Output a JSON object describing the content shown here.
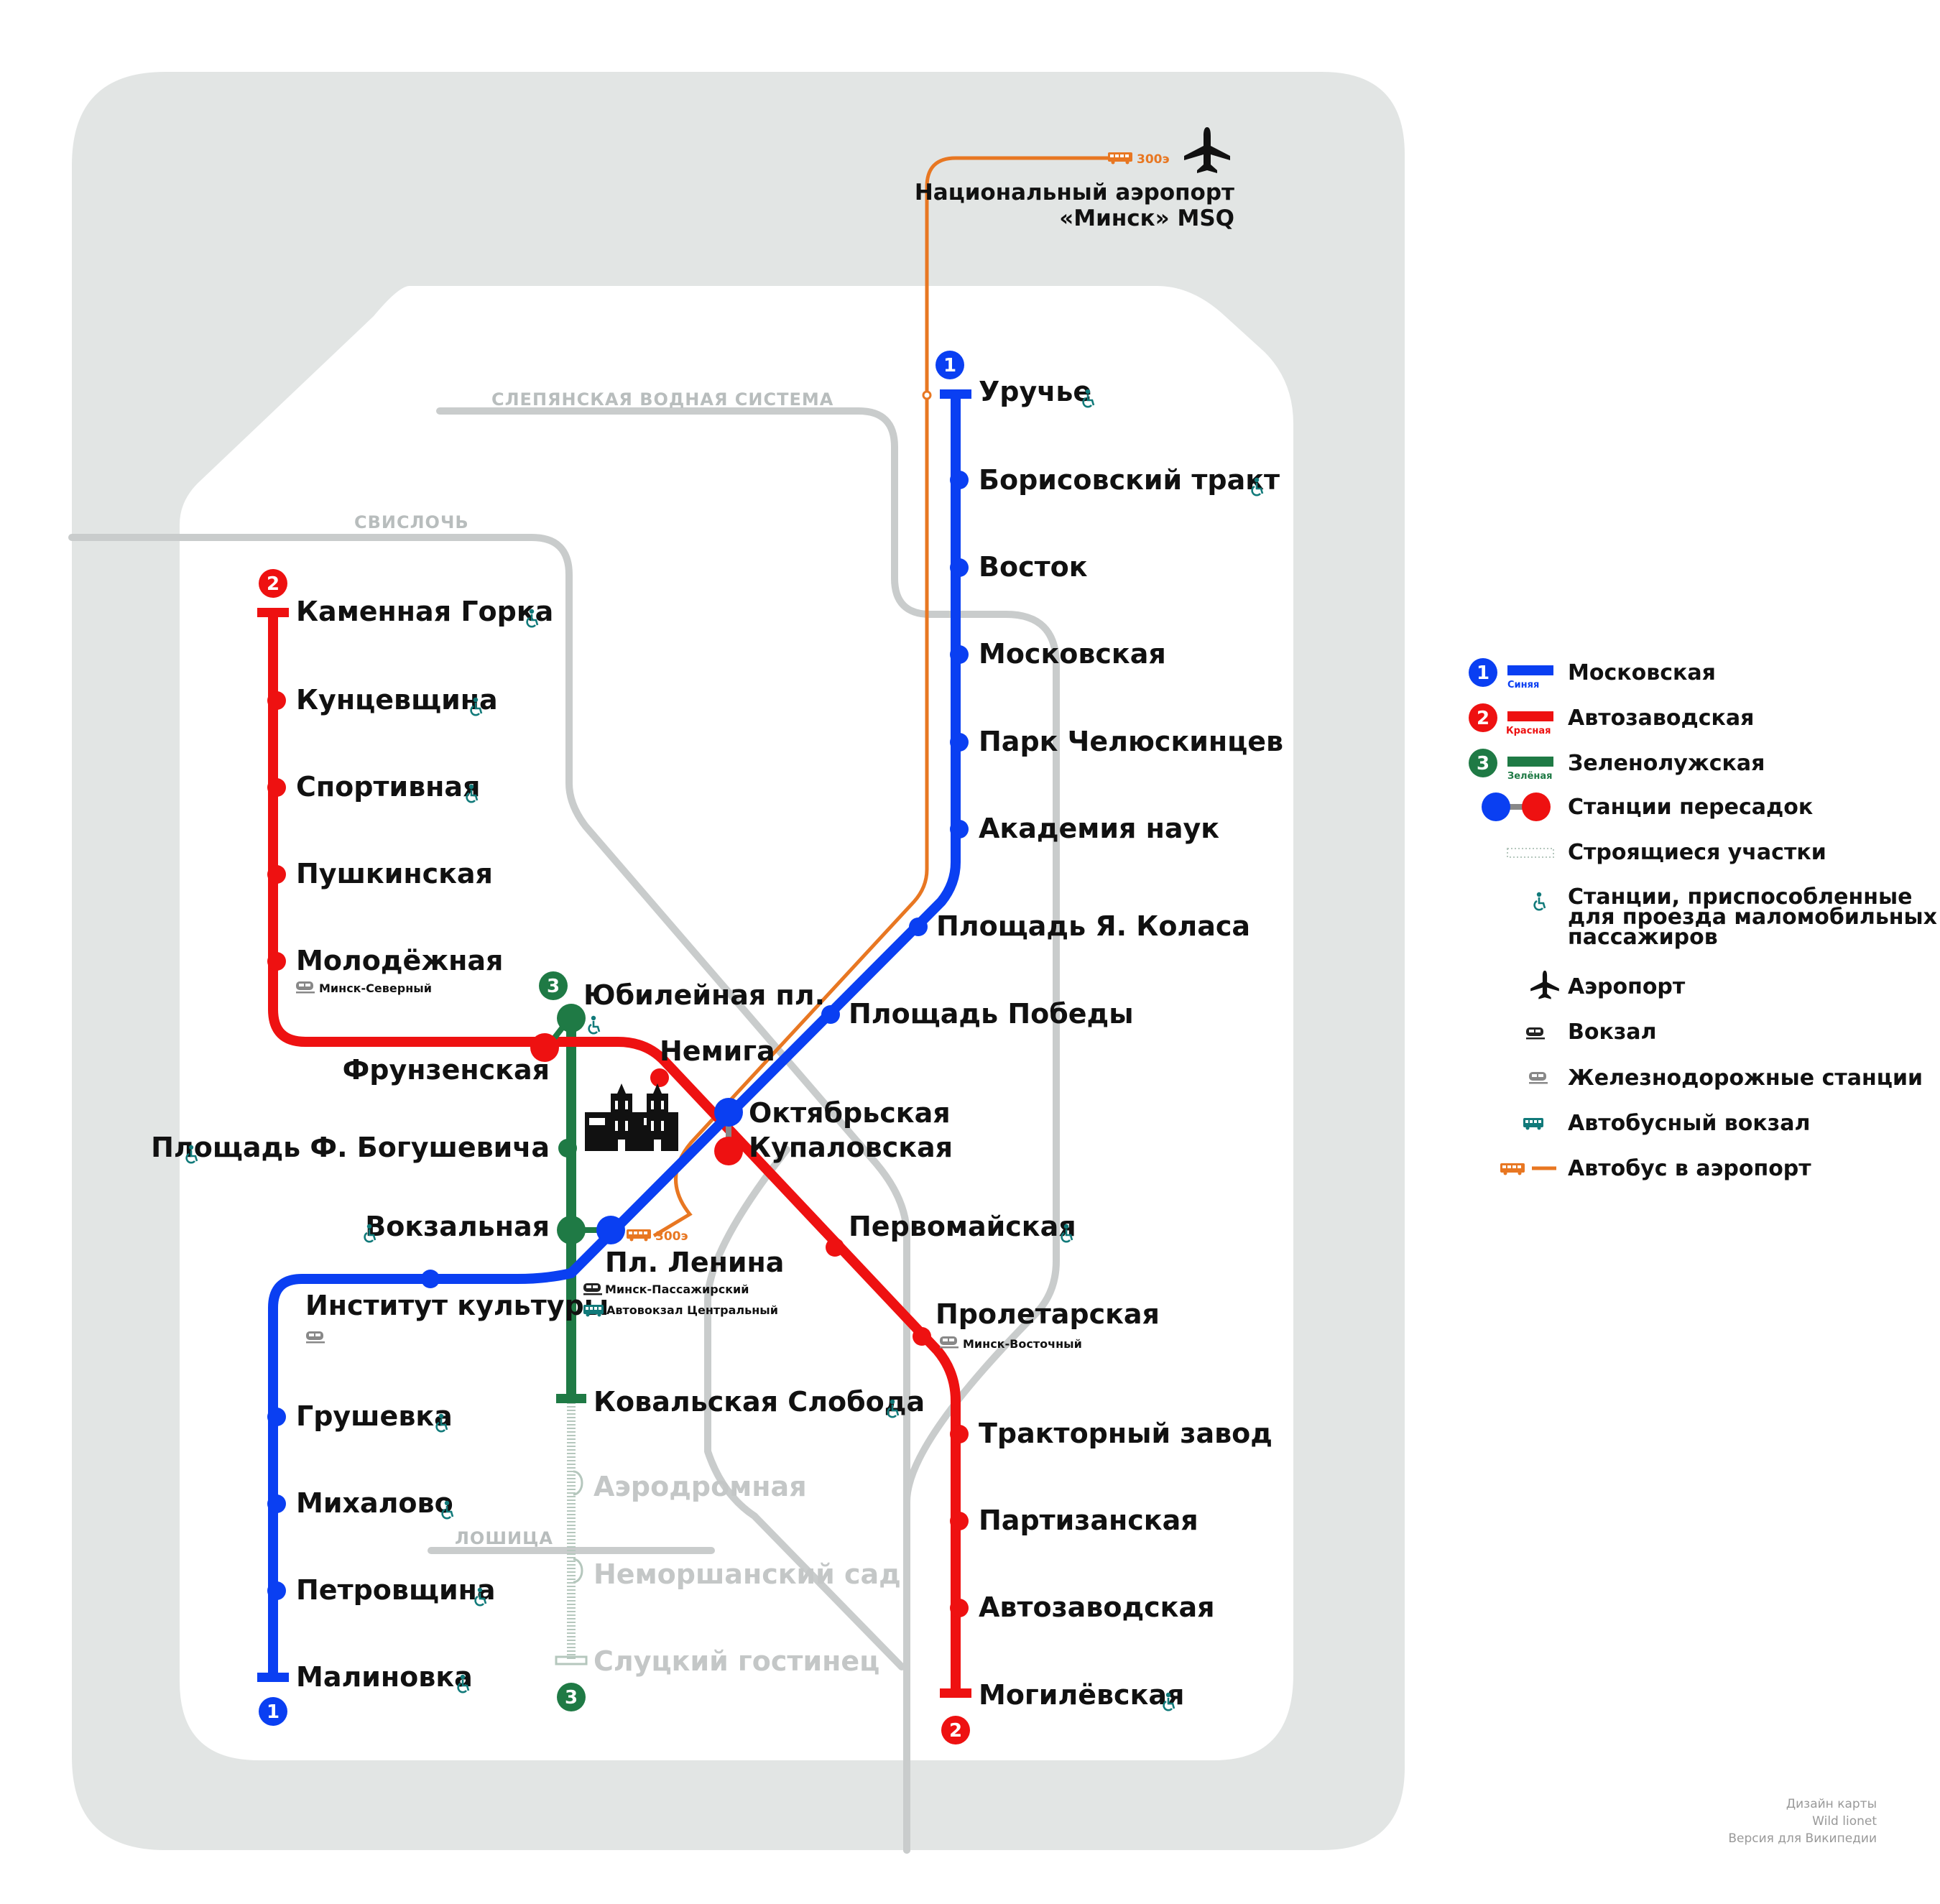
{
  "colors": {
    "blue": "#0a3ff2",
    "red": "#ee1111",
    "green": "#1f7a45",
    "orange": "#e87722",
    "water": "#c9cccc",
    "zone": "#e2e5e4",
    "access": "#117a7a"
  },
  "airport": {
    "line1": "Национальный аэропорт",
    "line2": "«Минск» MSQ",
    "bus": "300э"
  },
  "rivers": {
    "slepyanka": "СЛЕПЯНСКАЯ ВОДНАЯ СИСТЕМА",
    "svisloch": "СВИСЛОЧЬ",
    "loshitsa": "ЛОШИЦА"
  },
  "stations": {
    "uruchye": "Уручье",
    "borisovsky": "Борисовский тракт",
    "vostok": "Восток",
    "moskovskaya": "Московская",
    "chelyuskintsev": "Парк Челюскинцев",
    "akademiya": "Академия наук",
    "kolasa": "Площадь Я. Коласа",
    "pobedy": "Площадь Победы",
    "oktyabrskaya": "Октябрьская",
    "lenina": "Пл. Ленина",
    "institut": "Институт культуры",
    "grushevka": "Грушевка",
    "mikhalovo": "Михалово",
    "petrovshchina": "Петровщина",
    "malinovka": "Малиновка",
    "kamennaya": "Каменная Горка",
    "kuntsevshchina": "Кунцевщина",
    "sportivnaya": "Спортивная",
    "pushkinskaya": "Пушкинская",
    "molodezhnaya": "Молодёжная",
    "frunzenskaya": "Фрунзенская",
    "nemiga": "Немига",
    "kupalovskaya": "Купаловская",
    "pervomaiskaya": "Первомайская",
    "proletarskaya": "Пролетарская",
    "traktorny": "Тракторный завод",
    "partizanskaya": "Партизанская",
    "avtozavodskaya": "Автозаводская",
    "mogilevskaya": "Могилёвская",
    "yubileinaya": "Юбилейная пл.",
    "bogushevicha": "Площадь Ф. Богушевича",
    "vokzalnaya": "Вокзальная",
    "kovalskaya": "Ковальская Слобода",
    "aerodromnaya": "Аэродромная",
    "nemorshansky": "Неморшанский сад",
    "slutsky": "Слуцкий гостинец"
  },
  "rail": {
    "severny": "Минск-Северный",
    "passazhirsky": "Минск-Пассажирский",
    "avtovokzal": "Автовокзал Центральный",
    "vostochny": "Минск-Восточный"
  },
  "line_numbers": {
    "l1": "1",
    "l2": "2",
    "l3": "3"
  },
  "legend": {
    "l1_name": "Московская",
    "l1_color": "Синяя",
    "l2_name": "Автозаводская",
    "l2_color": "Красная",
    "l3_name": "Зеленолужская",
    "l3_color": "Зелёная",
    "transfers": "Станции пересадок",
    "construction": "Строящиеся участки",
    "access1": "Станции, приспособленные",
    "access2": "для проезда маломобильных",
    "access3": "пассажиров",
    "airport": "Аэропорт",
    "station": "Вокзал",
    "railway": "Железнодорожные станции",
    "busstation": "Автобусный вокзал",
    "airportbus": "Автобус в аэропорт"
  },
  "credit": {
    "l1": "Дизайн карты",
    "l2": "Wild lionet",
    "l3": "Версия для Википедии"
  }
}
